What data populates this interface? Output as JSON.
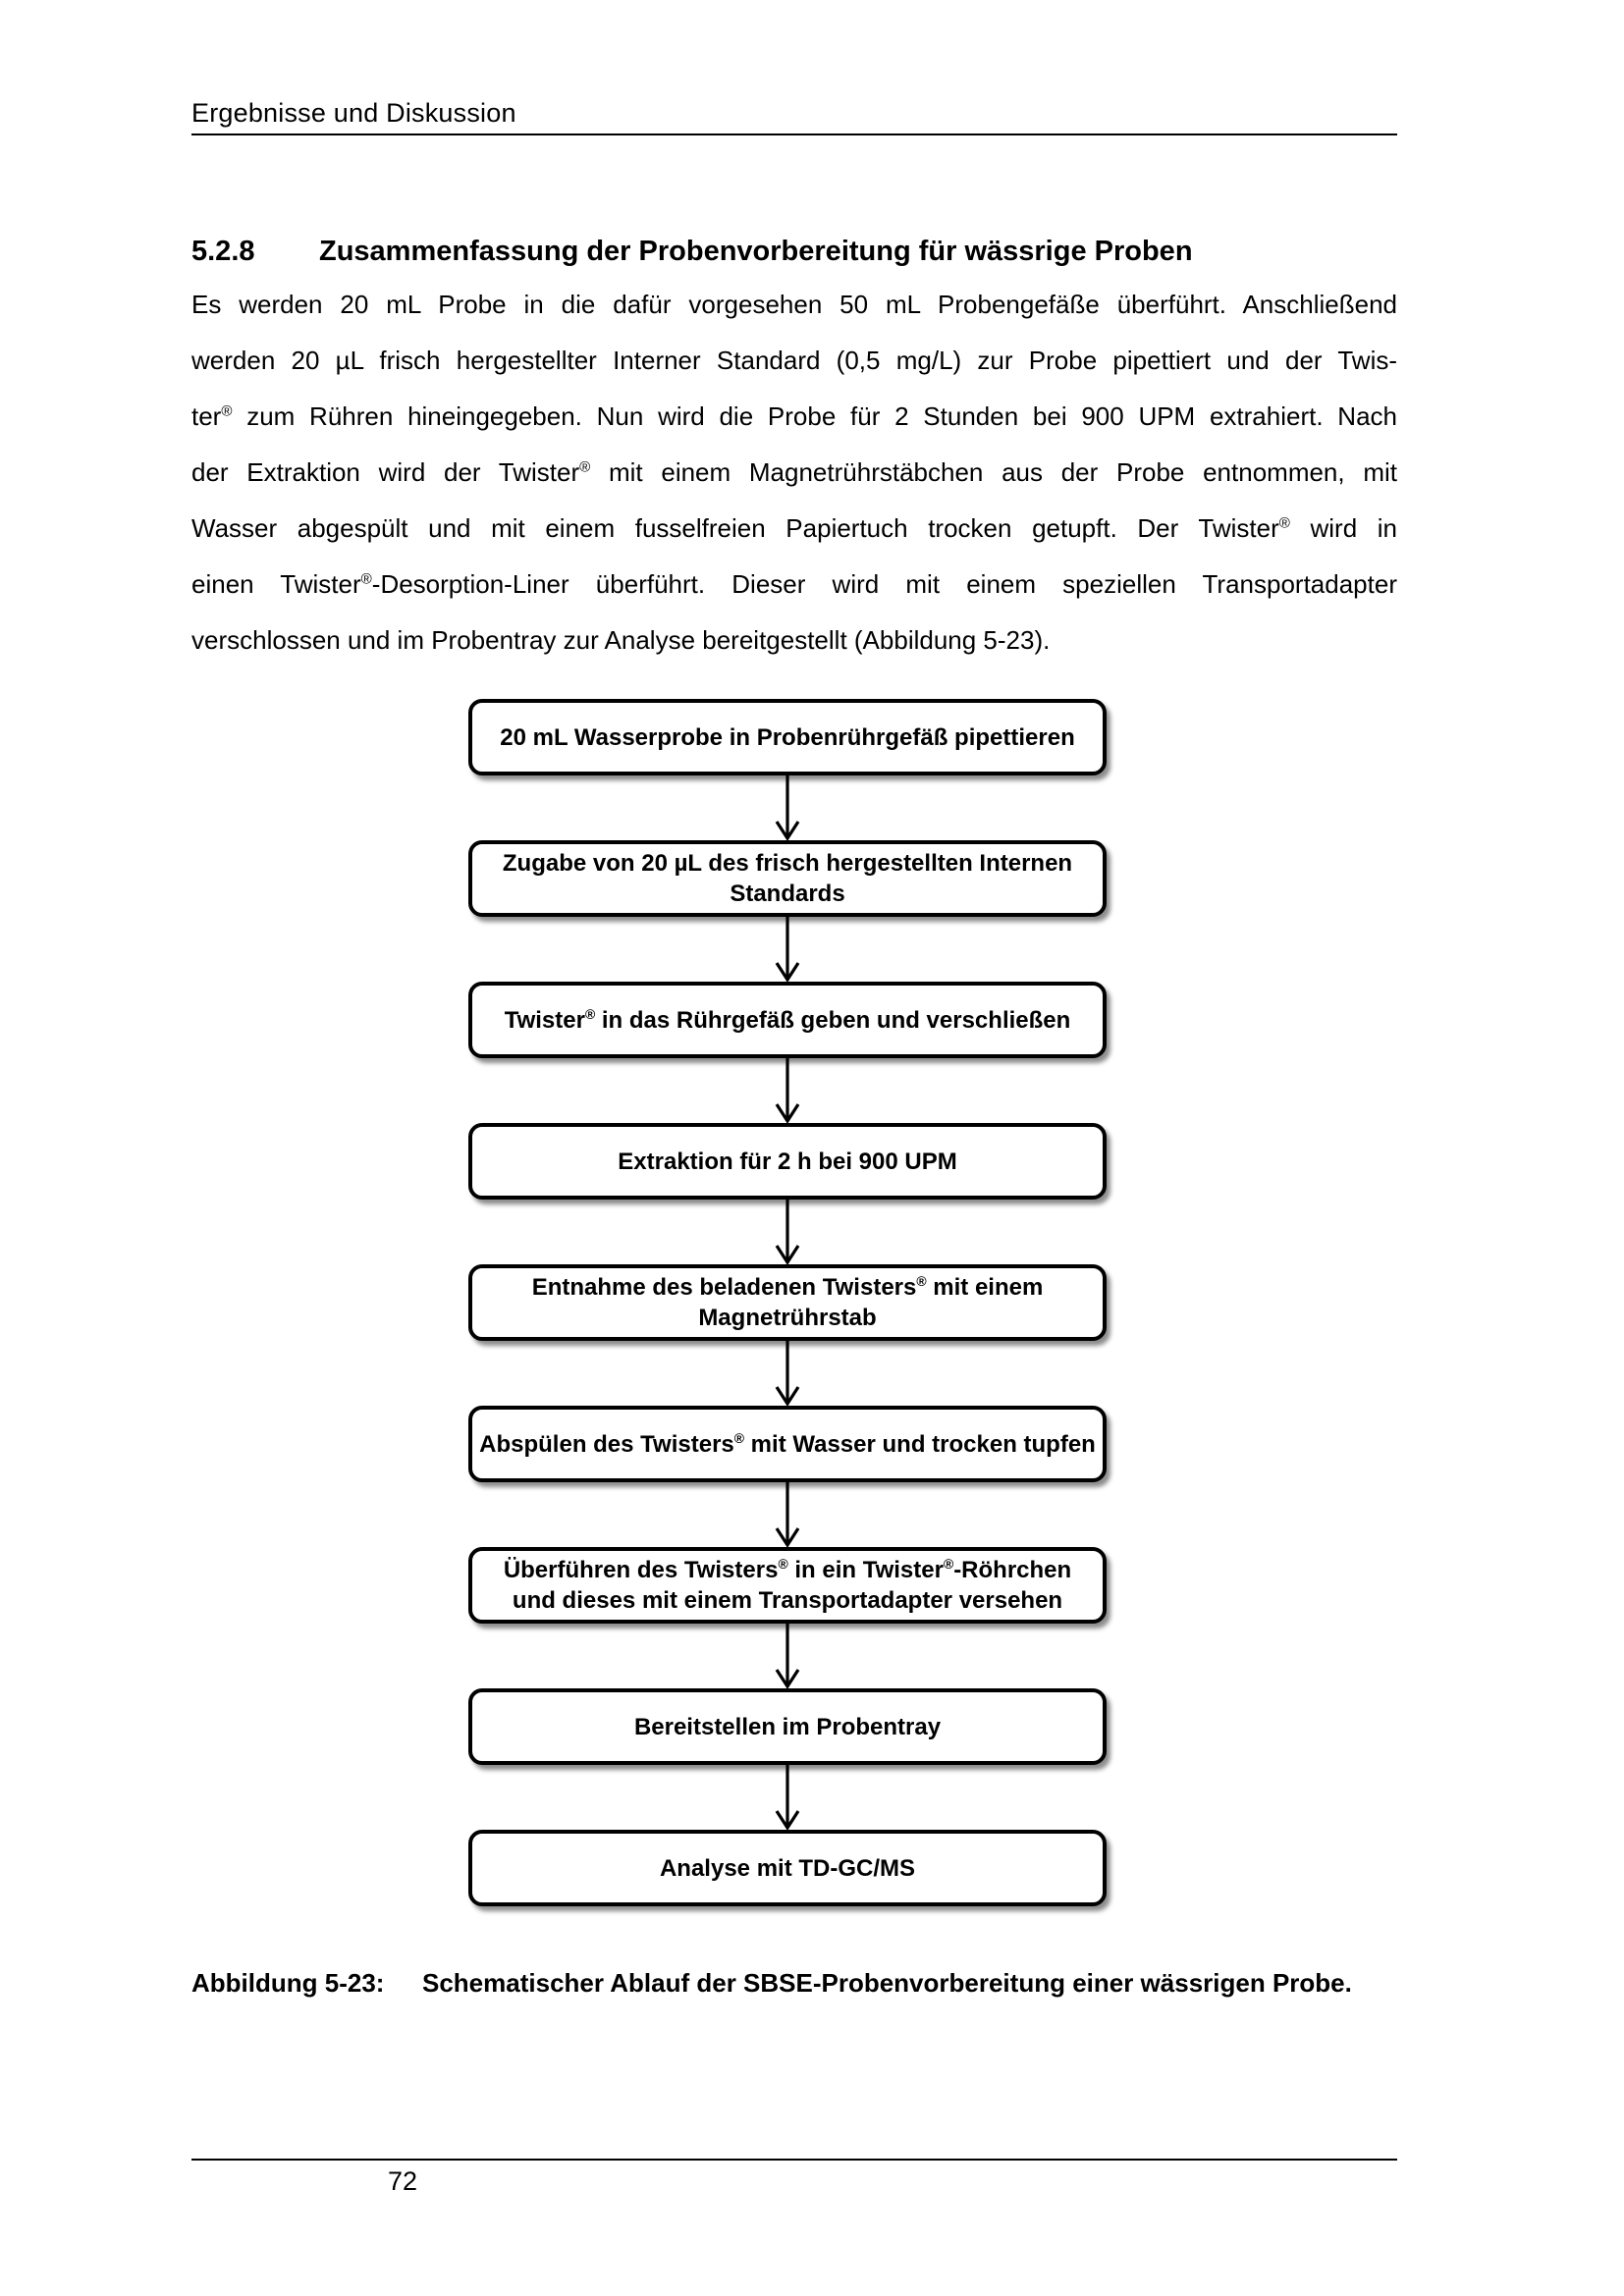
{
  "page": {
    "running_header": "Ergebnisse und Diskussion",
    "page_number": "72"
  },
  "section": {
    "number": "5.2.8",
    "title": "Zusammenfassung der Probenvorbereitung für wässrige Proben"
  },
  "paragraph_lines": [
    "Es werden 20 mL Probe in die dafür vorgesehen 50 mL Probengefäße überführt. Anschließend",
    "werden 20 µL frisch hergestellter Interner Standard (0,5 mg/L) zur Probe pipettiert und der Twis-",
    "ter® zum Rühren hineingegeben. Nun wird die Probe für 2 Stunden bei 900 UPM extrahiert. Nach",
    "der Extraktion wird der Twister® mit einem Magnetrührstäbchen aus der Probe entnommen, mit",
    "Wasser abgespült und mit einem fusselfreien Papiertuch trocken getupft. Der Twister® wird in",
    "einen Twister®-Desorption-Liner überführt. Dieser wird mit einem speziellen Transportadapter",
    "verschlossen und im Probentray zur Analyse bereitgestellt (Abbildung 5-23)."
  ],
  "flowchart": {
    "box_border_color": "#000000",
    "box_fill_color": "#ffffff",
    "arrow_color": "#000000",
    "steps": [
      [
        "20 mL Wasserprobe in Probenrührgefäß pipettieren"
      ],
      [
        "Zugabe von 20 µL des frisch hergestellten Internen",
        "Standards"
      ],
      [
        "Twister® in das Rührgefäß geben und verschließen"
      ],
      [
        "Extraktion für 2 h bei 900 UPM"
      ],
      [
        "Entnahme des beladenen Twisters® mit einem",
        "Magnetrührstab"
      ],
      [
        "Abspülen des Twisters® mit Wasser und trocken tupfen"
      ],
      [
        "Überführen des Twisters® in ein Twister®-Röhrchen",
        "und dieses mit einem Transportadapter versehen"
      ],
      [
        "Bereitstellen im Probentray"
      ],
      [
        "Analyse mit TD-GC/MS"
      ]
    ]
  },
  "caption": {
    "label": "Abbildung 5-23:",
    "text": "Schematischer Ablauf der SBSE-Probenvorbereitung einer wässrigen Probe."
  }
}
